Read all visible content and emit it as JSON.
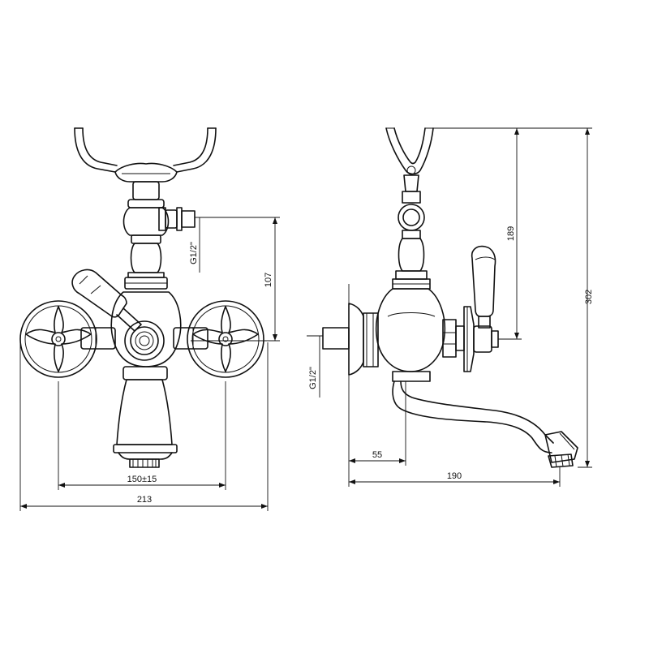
{
  "dimensions": {
    "front": {
      "total_width": "213",
      "centers": "150±15",
      "outlet_to_body": "107",
      "thread": "G1/2\""
    },
    "side": {
      "height": "302",
      "holder_to_lever": "189",
      "projection": "190",
      "wall_to_outlet": "55",
      "thread": "G1/2\""
    }
  }
}
